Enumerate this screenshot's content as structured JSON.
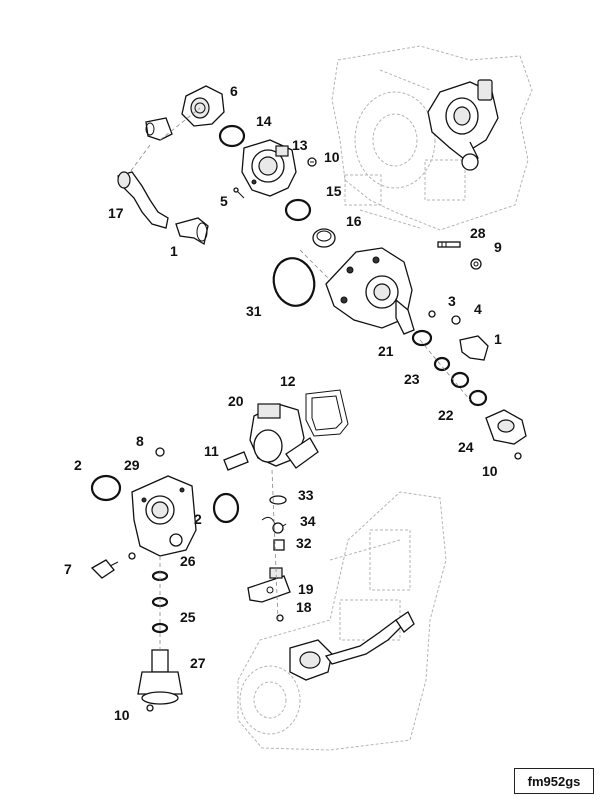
{
  "figure_ref": "fm952gs",
  "callouts": {
    "c6": "6",
    "c14": "14",
    "c13": "13",
    "c10a": "10",
    "c15": "15",
    "c5": "5",
    "c17": "17",
    "c16": "16",
    "c1a": "1",
    "c28": "28",
    "c9": "9",
    "c31": "31",
    "c3": "3",
    "c4": "4",
    "c21": "21",
    "c1b": "1",
    "c23": "23",
    "c12": "12",
    "c20": "20",
    "c22": "22",
    "c8": "8",
    "c11": "11",
    "c24": "24",
    "c2a": "2",
    "c29": "29",
    "c10b": "10",
    "c33": "33",
    "c2b": "2",
    "c34": "34",
    "c26": "26",
    "c32": "32",
    "c7": "7",
    "c19": "19",
    "c25": "25",
    "c18": "18",
    "c27": "27",
    "c10c": "10"
  }
}
